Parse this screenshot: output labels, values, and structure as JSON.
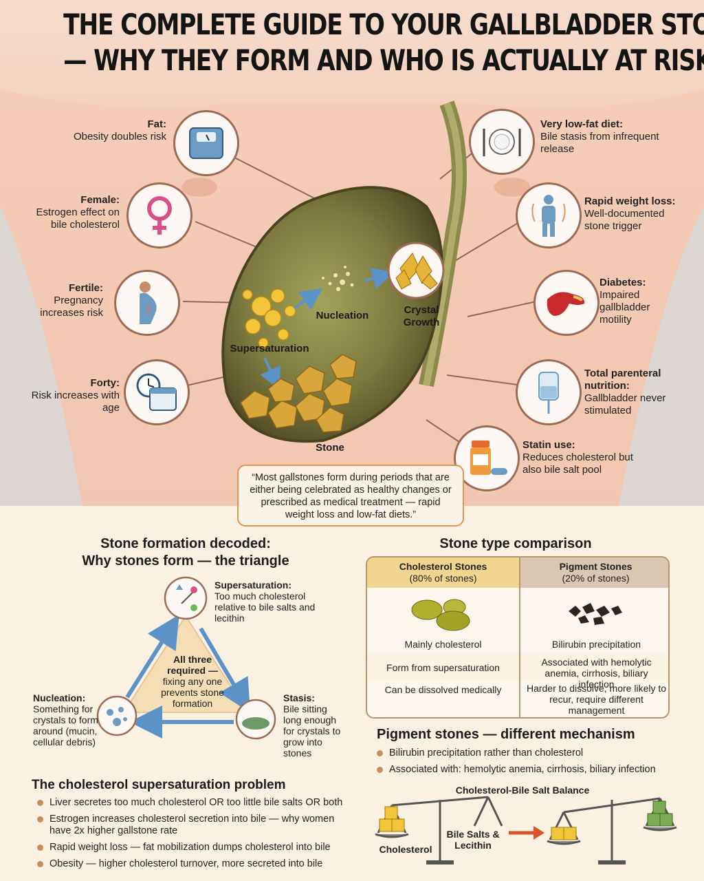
{
  "title": {
    "line1": "THE COMPLETE GUIDE TO YOUR GALLBLADDER STONES",
    "line2": "— WHY THEY FORM AND WHO IS ACTUALLY AT RISK"
  },
  "risk_factors_left": [
    {
      "head": "Fat:",
      "text": "Obesity doubles risk",
      "icon": "scale-icon"
    },
    {
      "head": "Female:",
      "text": "Estrogen effect on bile cholesterol",
      "icon": "female-symbol-icon"
    },
    {
      "head": "Fertile:",
      "text": "Pregnancy increases risk",
      "icon": "pregnant-woman-icon"
    },
    {
      "head": "Forty:",
      "text": "Risk increases with age",
      "icon": "clock-calendar-icon"
    }
  ],
  "risk_factors_right": [
    {
      "head": "Very low-fat diet:",
      "text": "Bile stasis from infrequent release",
      "icon": "plate-cutlery-icon"
    },
    {
      "head": "Rapid weight loss:",
      "text": "Well-documented stone trigger",
      "icon": "person-weight-loss-icon"
    },
    {
      "head": "Diabetes:",
      "text": "Impaired gallbladder motility",
      "icon": "pancreas-icon"
    },
    {
      "head": "Total parenteral nutrition:",
      "text": "Gallbladder never stimulated",
      "icon": "iv-bag-icon"
    },
    {
      "head": "Statin use:",
      "text": "Reduces cholesterol but also bile salt pool",
      "icon": "pill-bottle-icon"
    }
  ],
  "gallbladder_labels": {
    "supersaturation": "Supersaturation",
    "nucleation": "Nucleation",
    "crystal_growth": "Crystal Growth",
    "stone": "Stone"
  },
  "quote": "“Most gallstones form during periods that are either being celebrated as healthy changes or prescribed as medical treatment — rapid weight loss and low-fat diets.”",
  "triangle": {
    "heading1": "Stone formation decoded:",
    "heading2": "Why stones form — the triangle",
    "center": {
      "bold": "All three required —",
      "text": "fixing any one prevents stone formation"
    },
    "supersaturation": {
      "head": "Supersaturation:",
      "text": "Too much cholesterol relative to bile salts and lecithin"
    },
    "nucleation": {
      "head": "Nucleation:",
      "text": "Something for crystals to form around (mucin, cellular debris)"
    },
    "stasis": {
      "head": "Stasis:",
      "text": "Bile sitting long enough for crystals to grow into stones"
    }
  },
  "cholesterol_problem": {
    "heading": "The cholesterol supersaturation problem",
    "items": [
      "Liver secretes too much cholesterol OR too little bile salts OR both",
      "Estrogen increases cholesterol secretion into bile — why women have 2x higher gallstone rate",
      "Rapid weight loss — fat mobilization dumps cholesterol into bile",
      "Obesity — higher cholesterol turnover, more secreted into bile"
    ]
  },
  "comparison": {
    "heading": "Stone type comparison",
    "columns": [
      {
        "name": "Cholesterol Stones",
        "share": "(80% of stones)",
        "rows": [
          "Mainly cholesterol",
          "Form from supersaturation",
          "Can be dissolved medically"
        ]
      },
      {
        "name": "Pigment Stones",
        "share": "(20% of stones)",
        "rows": [
          "Bilirubin precipitation",
          "Associated with hemolytic anemia, cirrhosis, biliary infection",
          "Harder to dissolve, more likely to recur, require different management"
        ]
      }
    ]
  },
  "pigment": {
    "heading": "Pigment stones — different mechanism",
    "items": [
      "Bilirubin precipitation rather than cholesterol",
      "Associated with: hemolytic anemia, cirrhosis, biliary infection"
    ]
  },
  "balance": {
    "title": "Cholesterol-Bile Salt Balance",
    "left": "Cholesterol",
    "right": "Bile Salts & Lecithin"
  },
  "colors": {
    "accent": "#e39350",
    "border": "#9c6a55",
    "arrow": "#5b93c9"
  }
}
